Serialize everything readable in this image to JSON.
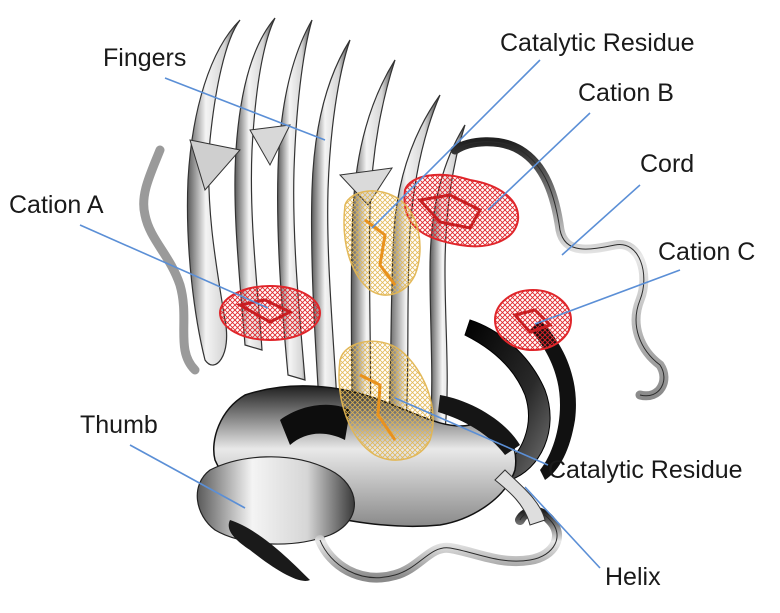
{
  "labels": {
    "fingers": "Fingers",
    "catalytic_top": "Catalytic Residue",
    "cation_b": "Cation B",
    "cord": "Cord",
    "cation_a": "Cation A",
    "cation_c": "Cation C",
    "thumb": "Thumb",
    "catalytic_bottom": "Catalytic Residue",
    "helix": "Helix"
  },
  "colors": {
    "leader_line": "#5b8fd6",
    "cation_mesh": "#e0262b",
    "catalytic_mesh": "#e8c05a",
    "ribbon_light": "#f2f2f2",
    "ribbon_dark": "#141414"
  }
}
